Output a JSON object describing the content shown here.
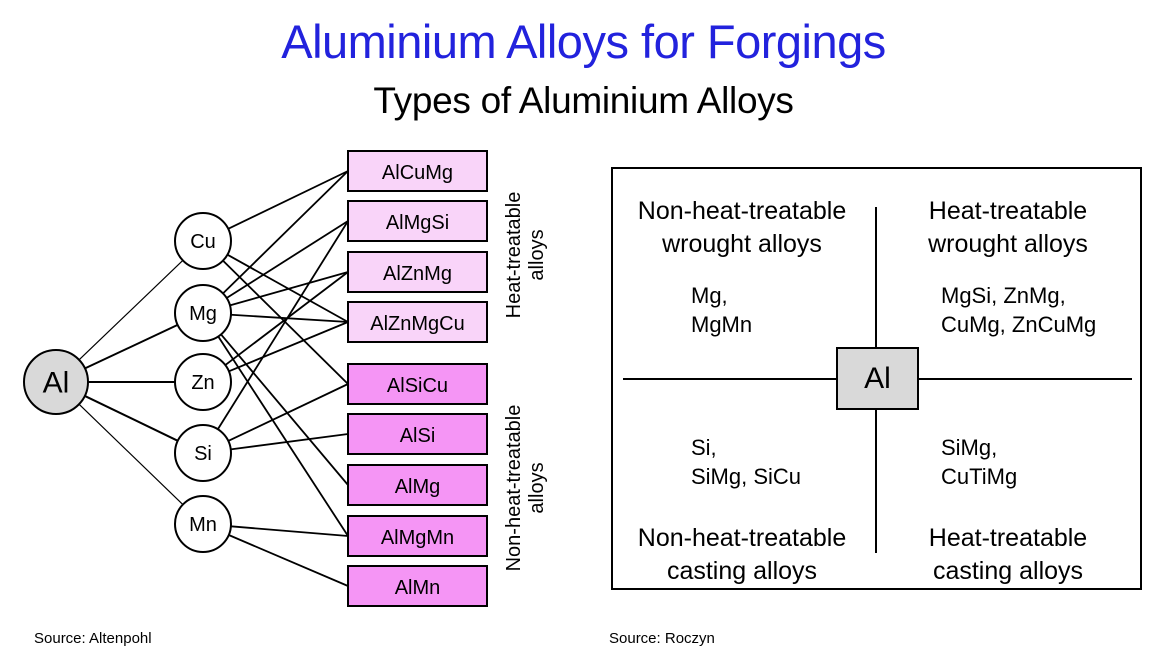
{
  "header": {
    "title": "Aluminium Alloys for Forgings",
    "subtitle": "Types of Aluminium Alloys"
  },
  "colors": {
    "title": "#2222dd",
    "base_node_fill": "#d9d9d9",
    "heat_treatable_fill": "#f9d4f9",
    "non_heat_treatable_fill": "#f595f5"
  },
  "left_diagram": {
    "base": "Al",
    "elements": [
      "Cu",
      "Mg",
      "Zn",
      "Si",
      "Mn"
    ],
    "alloys": [
      {
        "label": "AlCuMg",
        "group": "heat"
      },
      {
        "label": "AlMgSi",
        "group": "heat"
      },
      {
        "label": "AlZnMg",
        "group": "heat"
      },
      {
        "label": "AlZnMgCu",
        "group": "heat"
      },
      {
        "label": "AlSiCu",
        "group": "nonheat"
      },
      {
        "label": "AlSi",
        "group": "nonheat"
      },
      {
        "label": "AlMg",
        "group": "nonheat"
      },
      {
        "label": "AlMgMn",
        "group": "nonheat"
      },
      {
        "label": "AlMn",
        "group": "nonheat"
      }
    ],
    "connections": {
      "Cu": [
        "AlCuMg",
        "AlZnMgCu",
        "AlSiCu"
      ],
      "Mg": [
        "AlCuMg",
        "AlMgSi",
        "AlZnMg",
        "AlZnMgCu",
        "AlMg",
        "AlMgMn"
      ],
      "Zn": [
        "AlZnMg",
        "AlZnMgCu"
      ],
      "Si": [
        "AlMgSi",
        "AlSiCu",
        "AlSi"
      ],
      "Mn": [
        "AlMgMn",
        "AlMn"
      ]
    },
    "group_labels": {
      "heat": [
        "Heat-treatable",
        "alloys"
      ],
      "nonheat": [
        "Non-heat-treatable",
        "alloys"
      ]
    },
    "source": "Source: Altenpohl"
  },
  "right_diagram": {
    "center": "Al",
    "quadrants": {
      "top_left": {
        "heading": [
          "Non-heat-treatable",
          "wrought alloys"
        ],
        "items": [
          "Mg,",
          "MgMn"
        ]
      },
      "top_right": {
        "heading": [
          "Heat-treatable",
          "wrought alloys"
        ],
        "items": [
          "MgSi, ZnMg,",
          "CuMg, ZnCuMg"
        ]
      },
      "bottom_left": {
        "heading": [
          "Non-heat-treatable",
          "casting alloys"
        ],
        "items": [
          "Si,",
          "SiMg, SiCu"
        ]
      },
      "bottom_right": {
        "heading": [
          "Heat-treatable",
          "casting alloys"
        ],
        "items": [
          "SiMg,",
          "CuTiMg"
        ]
      }
    },
    "source": "Source: Roczyn"
  }
}
